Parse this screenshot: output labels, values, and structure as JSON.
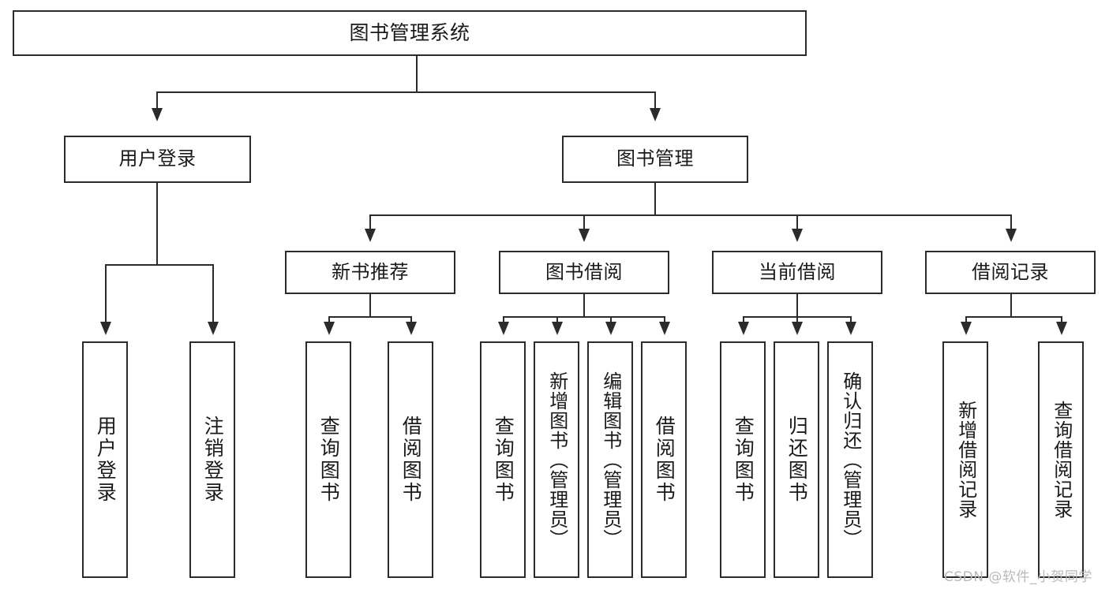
{
  "diagram": {
    "title": "图书管理系统",
    "root": {
      "label": "图书管理系统"
    },
    "level2": [
      {
        "label": "用户登录"
      },
      {
        "label": "图书管理"
      }
    ],
    "level3": [
      {
        "label": "新书推荐"
      },
      {
        "label": "图书借阅"
      },
      {
        "label": "当前借阅"
      },
      {
        "label": "借阅记录"
      }
    ],
    "leaves": {
      "user_login": [
        {
          "label": "用户登录"
        },
        {
          "label": "注销登录"
        }
      ],
      "new_book": [
        {
          "label": "查询图书"
        },
        {
          "label": "借阅图书"
        }
      ],
      "book_borrow": [
        {
          "label": "查询图书"
        },
        {
          "label": "新增图书（管理员）"
        },
        {
          "label": "编辑图书（管理员）"
        },
        {
          "label": "借阅图书"
        }
      ],
      "current_borrow": [
        {
          "label": "查询图书"
        },
        {
          "label": "归还图书"
        },
        {
          "label": "确认归还（管理员）"
        }
      ],
      "borrow_record": [
        {
          "label": "新增借阅记录"
        },
        {
          "label": "查询借阅记录"
        }
      ]
    },
    "watermark": "CSDN @软件_小贺同学",
    "colors": {
      "stroke": "#2b2b2b",
      "fill": "#ffffff",
      "text": "#1a1a1a",
      "watermark": "#b9b9b9"
    }
  }
}
